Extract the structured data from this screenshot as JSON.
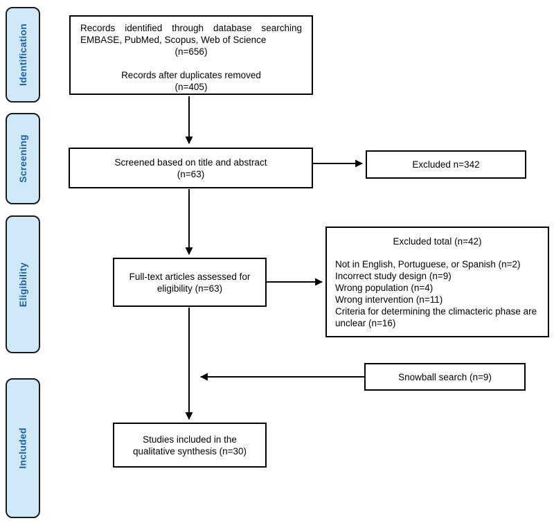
{
  "sidebar": {
    "stages": [
      {
        "label": "Identification"
      },
      {
        "label": "Screening"
      },
      {
        "label": "Eligibility"
      },
      {
        "label": "Included"
      }
    ]
  },
  "flow": {
    "records": {
      "line1": "Records identified through database searching",
      "line2": "EMBASE, PubMed, Scopus, Web of Science",
      "count1": "(n=656)",
      "line3": "Records after duplicates removed",
      "count2": "(n=405)"
    },
    "screened": {
      "line1": "Screened based on title and abstract",
      "count": "(n=63)"
    },
    "excluded": {
      "label": "Excluded n=342"
    },
    "fulltext": {
      "line1": "Full-text articles assessed for",
      "line2": "eligibility (n=63)"
    },
    "excluded_total": {
      "title": "Excluded total (n=42)",
      "reasons": [
        "Not in English, Portuguese, or Spanish (n=2)",
        "Incorrect study design (n=9)",
        "Wrong population (n=4)",
        "Wrong intervention (n=11)",
        "Criteria for determining the climacteric phase are unclear (n=16)"
      ]
    },
    "snowball": {
      "label": "Snowball search (n=9)"
    },
    "included": {
      "line1": "Studies included in the",
      "line2": "qualitative synthesis (n=30)"
    }
  },
  "colors": {
    "stage_fill": "#cfe9f8",
    "stage_border": "#1a1a1a",
    "stage_text": "#1b61ae",
    "box_border": "#000000",
    "arrow": "#000000"
  }
}
